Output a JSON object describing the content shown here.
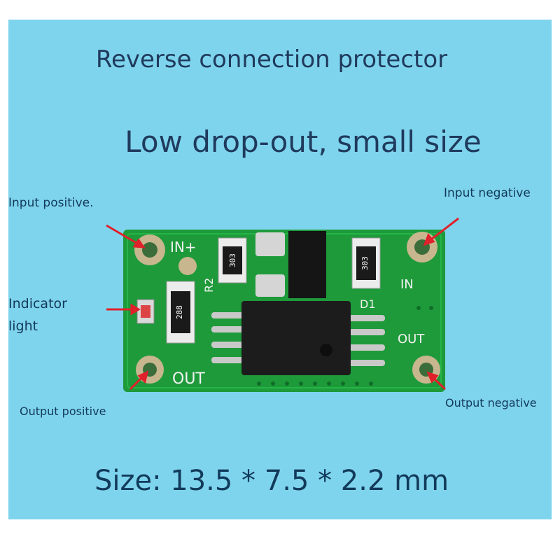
{
  "title": "Reverse connection protector",
  "subtitle": "Low drop-out, small size",
  "callouts": {
    "input_positive": "Input positive.",
    "input_negative": "Input negative",
    "indicator_light": "Indicator\nlight",
    "output_positive": "Output positive",
    "output_negative": "Output negative"
  },
  "board_silkscreen": {
    "in_plus": "IN+",
    "in": "IN",
    "out_left": "OUT",
    "out_right": "OUT",
    "r2": "R2",
    "d1": "D1",
    "res_303_a": "303",
    "res_303_b": "303",
    "res_288": "288"
  },
  "size_text": "Size: 13.5 * 7.5 * 2.2 mm",
  "colors": {
    "background": "#7fd4ed",
    "pcb": "#1e9a3a",
    "arrow": "#e0202a",
    "text": "#1f3a5c"
  }
}
